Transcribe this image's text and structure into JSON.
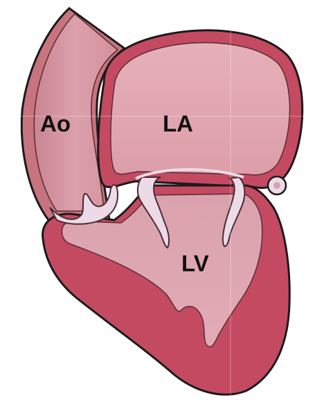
{
  "diagram": {
    "labels": {
      "aorta": "Ao",
      "left_atrium": "LA",
      "left_ventricle": "LV"
    }
  },
  "colors": {
    "myocardium": "#c44a62",
    "outline": "#1a1a1a",
    "chamber_fill": "#e0a4ae",
    "chamber_fill_dark": "#c98592",
    "valve_leaflet": "#ecdbe6",
    "background": "#ffffff"
  }
}
